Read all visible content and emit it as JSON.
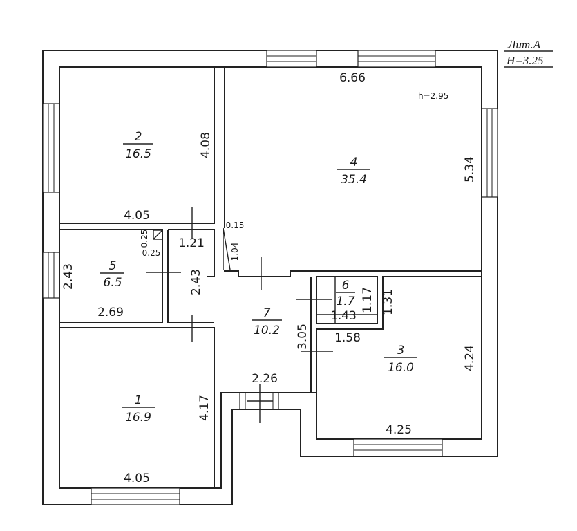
{
  "legend": {
    "lit": "Лит.А",
    "height": "H=3.25"
  },
  "height_note": "h=2.95",
  "rooms": [
    {
      "id": "1",
      "number": "1",
      "area": "16.9"
    },
    {
      "id": "2",
      "number": "2",
      "area": "16.5"
    },
    {
      "id": "3",
      "number": "3",
      "area": "16.0"
    },
    {
      "id": "4",
      "number": "4",
      "area": "35.4"
    },
    {
      "id": "5",
      "number": "5",
      "area": "6.5"
    },
    {
      "id": "6",
      "number": "6",
      "area": "1.7"
    },
    {
      "id": "7",
      "number": "7",
      "area": "10.2"
    }
  ],
  "dims": {
    "d_6_66": "6.66",
    "d_5_34": "5.34",
    "d_4_08": "4.08",
    "d_4_05_top": "4.05",
    "d_4_05_bottom": "4.05",
    "d_0_25_a": "0.25",
    "d_0_25_b": "0.25",
    "d_0_15": "0.15",
    "d_1_21": "1.21",
    "d_1_04": "1.04",
    "d_2_43_left": "2.43",
    "d_2_43_mid": "2.43",
    "d_2_69": "2.69",
    "d_1_17": "1.17",
    "d_1_31": "1.31",
    "d_1_43": "1.43",
    "d_3_05": "3.05",
    "d_1_58": "1.58",
    "d_4_24": "4.24",
    "d_2_26": "2.26",
    "d_4_17": "4.17",
    "d_4_25": "4.25"
  }
}
